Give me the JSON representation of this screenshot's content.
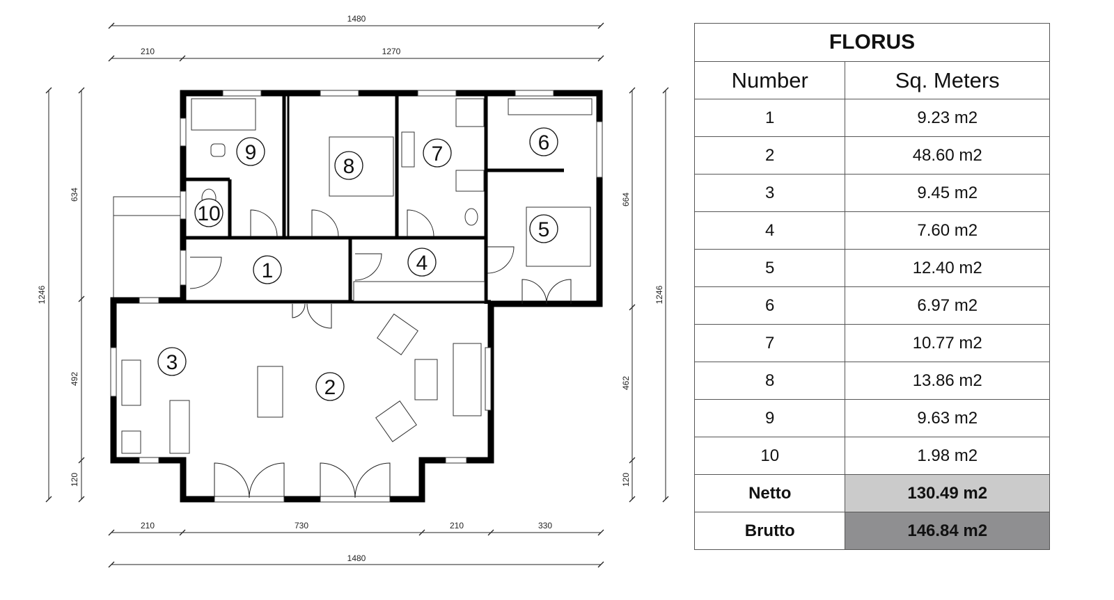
{
  "plan": {
    "dimensions": {
      "top_total": "1480",
      "top_left": "210",
      "top_right": "1270",
      "bottom_seg1": "210",
      "bottom_seg2": "730",
      "bottom_seg3": "210",
      "bottom_seg4": "330",
      "bottom_total": "1480",
      "left_total": "1246",
      "left_seg1": "634",
      "left_seg2": "492",
      "left_seg3": "120",
      "right_seg1": "664",
      "right_seg2": "462",
      "right_seg3": "120",
      "right_total": "1246"
    },
    "rooms": [
      "1",
      "2",
      "3",
      "4",
      "5",
      "6",
      "7",
      "8",
      "9",
      "10"
    ]
  },
  "table": {
    "title": "FLORUS",
    "headers": [
      "Number",
      "Sq. Meters"
    ],
    "rows": [
      [
        "1",
        "9.23 m2"
      ],
      [
        "2",
        "48.60 m2"
      ],
      [
        "3",
        "9.45 m2"
      ],
      [
        "4",
        "7.60 m2"
      ],
      [
        "5",
        "12.40 m2"
      ],
      [
        "6",
        "6.97 m2"
      ],
      [
        "7",
        "10.77 m2"
      ],
      [
        "8",
        "13.86 m2"
      ],
      [
        "9",
        "9.63 m2"
      ],
      [
        "10",
        "1.98 m2"
      ]
    ],
    "netto": {
      "label": "Netto",
      "value": "130.49 m2",
      "color": "#cbcbcb"
    },
    "brutto": {
      "label": "Brutto",
      "value": "146.84 m2",
      "color": "#8f8f91"
    }
  }
}
